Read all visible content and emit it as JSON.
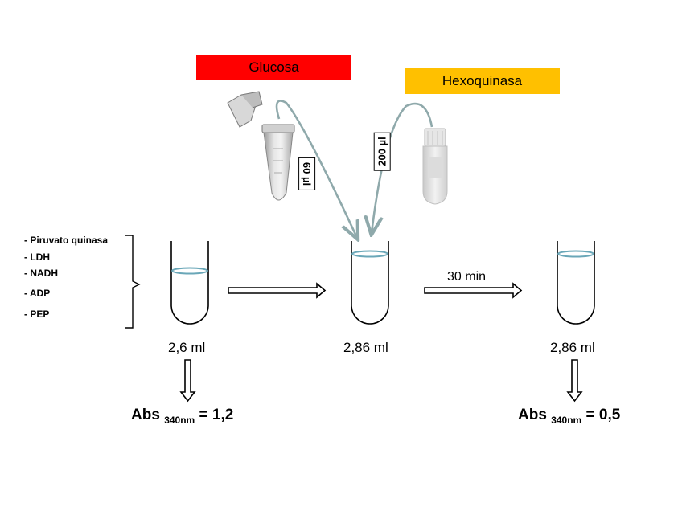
{
  "banners": {
    "glucosa": {
      "label": "Glucosa",
      "color": "#ff0000"
    },
    "hexoquinasa": {
      "label": "Hexoquinasa",
      "color": "#ffc000"
    }
  },
  "transfer_volumes": {
    "glucosa": "60 µl",
    "hexoquinasa": "200 µl"
  },
  "reagents": [
    "- Piruvato quinasa",
    "- LDH",
    "- NADH",
    "- ADP",
    "- PEP"
  ],
  "tubes": {
    "left": {
      "volume": "2,6 ml"
    },
    "middle": {
      "volume": "2,86 ml"
    },
    "right": {
      "volume": "2,86 ml"
    }
  },
  "incubation": "30 min",
  "absorbance": {
    "left": {
      "prefix": "Abs ",
      "subscript": "340nm",
      "suffix": " = 1,2"
    },
    "right": {
      "prefix": "Abs ",
      "subscript": "340nm",
      "suffix": " = 0,5"
    }
  },
  "colors": {
    "curve": "#8fa9ab",
    "meniscus": "#6aa7b8"
  }
}
